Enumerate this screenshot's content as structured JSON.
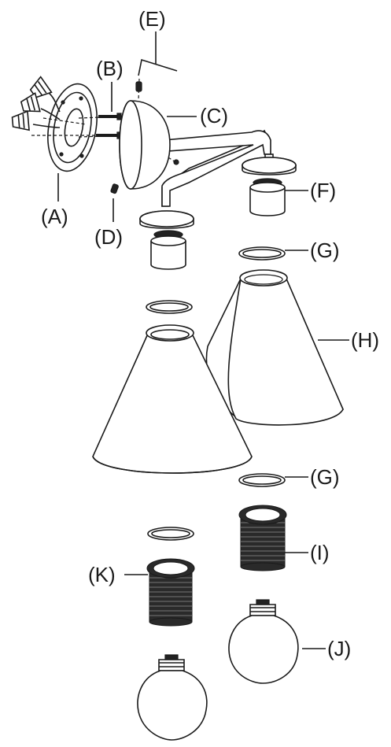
{
  "diagram": {
    "labels": {
      "A": "(A)",
      "B": "(B)",
      "C": "(C)",
      "D": "(D)",
      "E": "(E)",
      "F": "(F)",
      "G1": "(G)",
      "G2": "(G)",
      "H": "(H)",
      "I": "(I)",
      "J": "(J)",
      "K": "(K)"
    }
  }
}
